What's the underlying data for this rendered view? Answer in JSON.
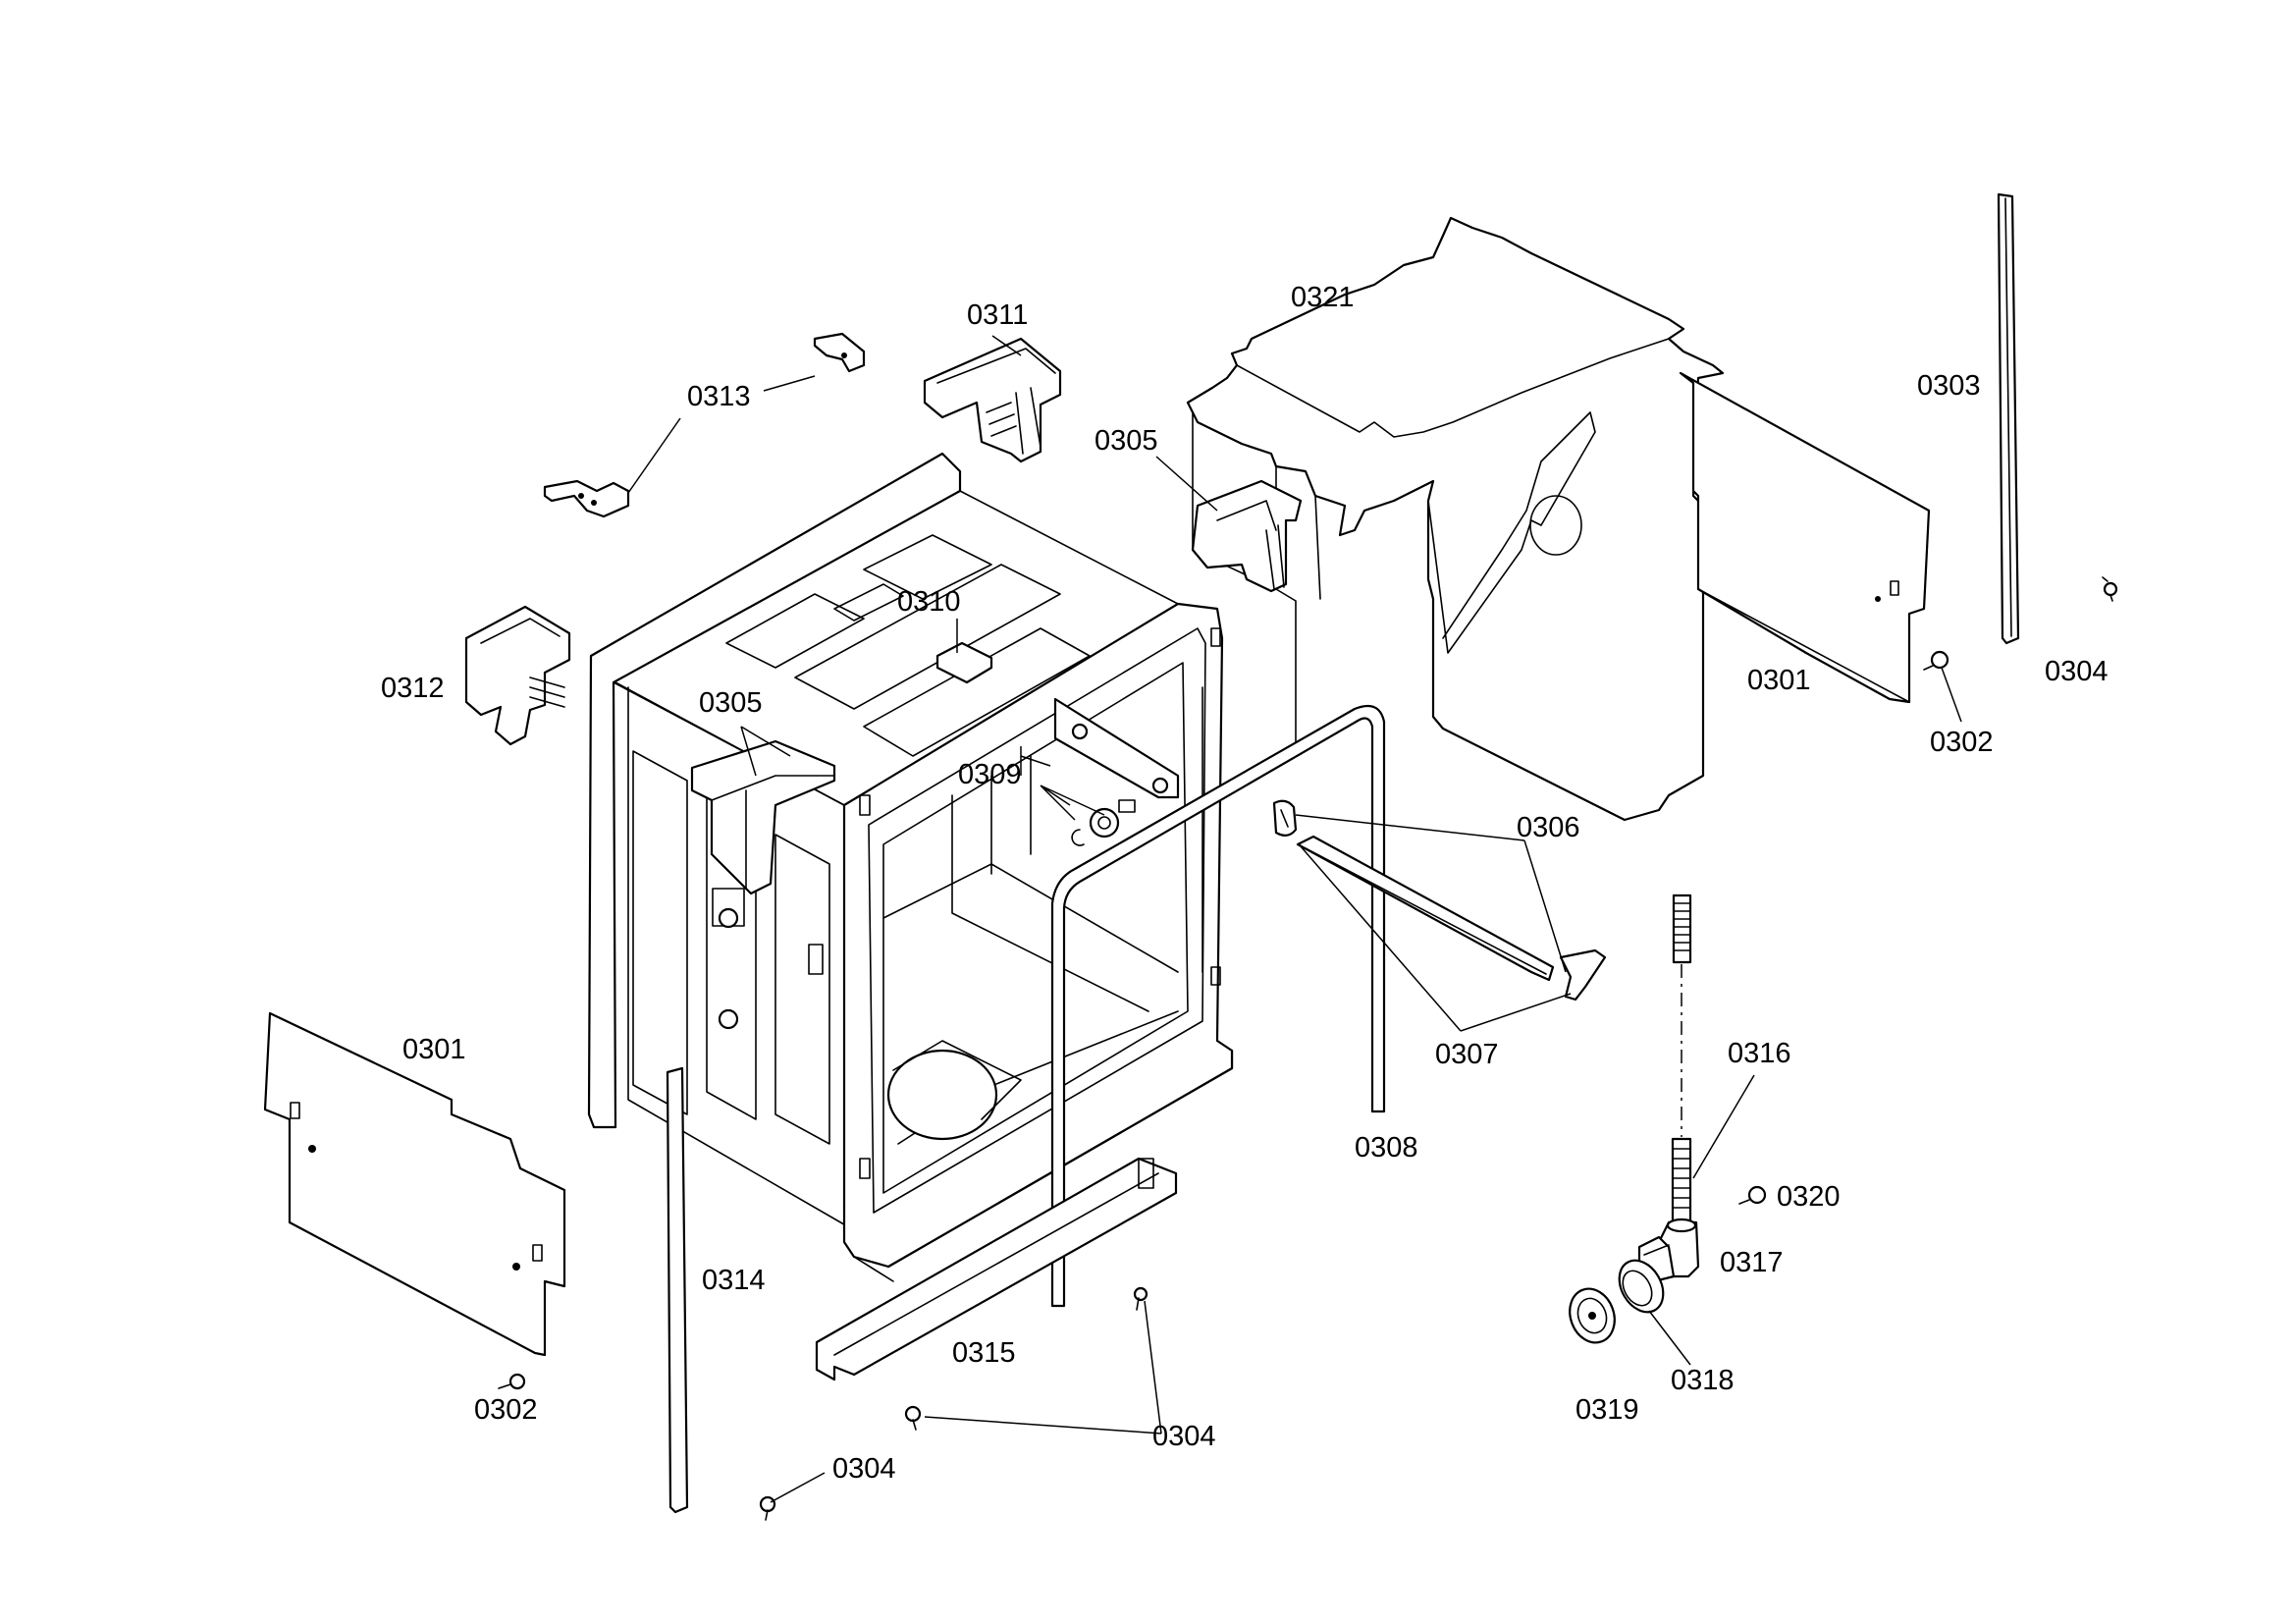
{
  "diagram": {
    "labels": {
      "p0301_left": "0301",
      "p0301_right": "0301",
      "p0302_left": "0302",
      "p0302_right": "0302",
      "p0303": "0303",
      "p0304_right": "0304",
      "p0304_mid": "0304",
      "p0304_bottom": "0304",
      "p0305_left": "0305",
      "p0305_right": "0305",
      "p0306": "0306",
      "p0307": "0307",
      "p0308": "0308",
      "p0309": "0309",
      "p0310": "0310",
      "p0311": "0311",
      "p0312": "0312",
      "p0313": "0313",
      "p0314": "0314",
      "p0315": "0315",
      "p0316": "0316",
      "p0317": "0317",
      "p0318": "0318",
      "p0319": "0319",
      "p0320": "0320",
      "p0321": "0321"
    }
  }
}
